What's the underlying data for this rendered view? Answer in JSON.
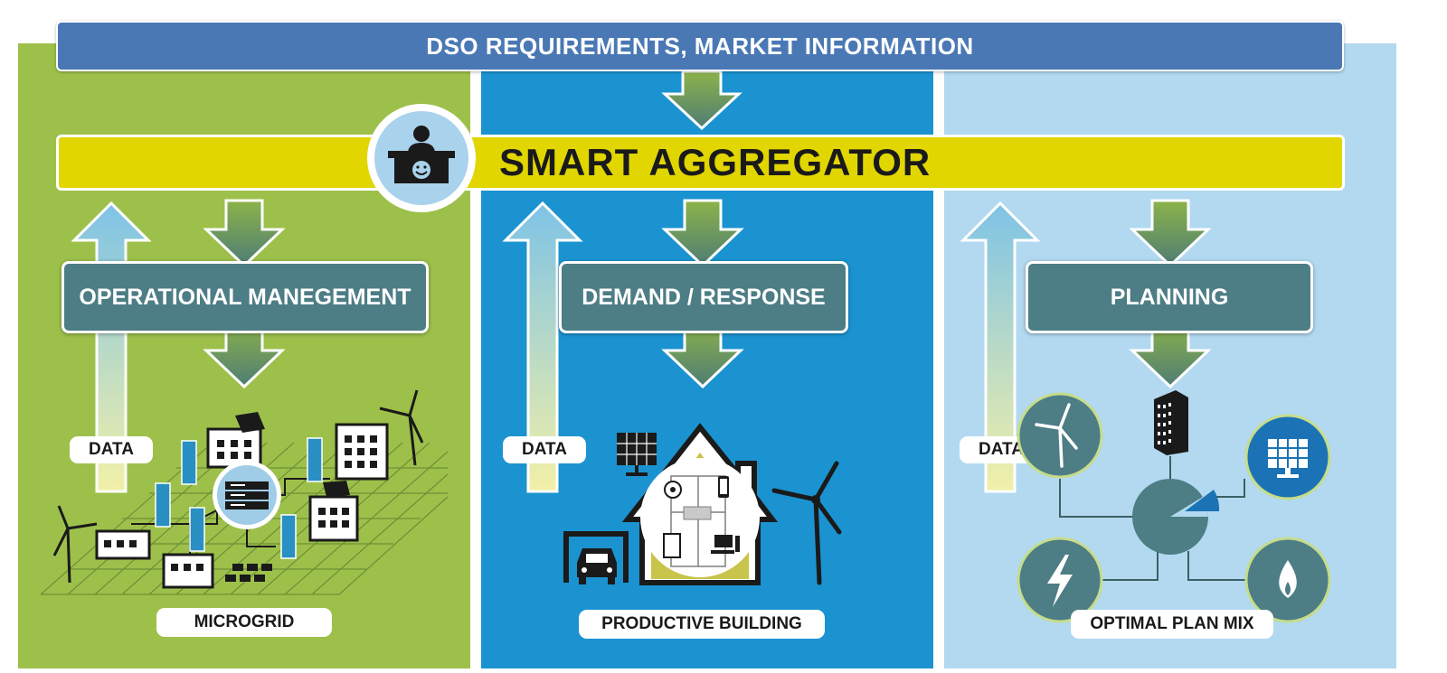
{
  "colors": {
    "green_panel": "#9dc04b",
    "blue_panel": "#1b93d0",
    "lightblue_panel": "#b2d9f0",
    "header_blue": "#4a78b5",
    "aggregator_yellow": "#e1d600",
    "box_teal": "#4d7d85"
  },
  "header": {
    "text": "DSO REQUIREMENTS, MARKET INFORMATION"
  },
  "aggregator": {
    "title": "SMART AGGREGATOR",
    "icon": "aggregator-person-icon"
  },
  "columns": [
    {
      "box": "OPERATIONAL MANEGEMENT",
      "data_label": "DATA",
      "bottom_label": "MICROGRID",
      "icon": "microgrid-icon"
    },
    {
      "box": "DEMAND / RESPONSE",
      "data_label": "DATA",
      "bottom_label": "PRODUCTIVE BUILDING",
      "icon": "house-icon"
    },
    {
      "box": "PLANNING",
      "data_label": "DATA",
      "bottom_label": "OPTIMAL PLAN MIX",
      "icon": "pie-chart-icon"
    }
  ]
}
